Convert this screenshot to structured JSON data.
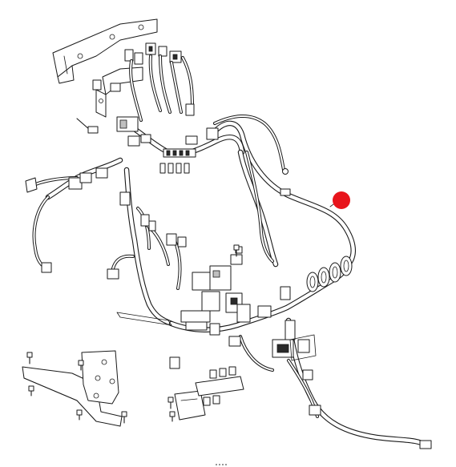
{
  "diagram": {
    "callout_marker_color": "#e8141b",
    "line_color": "#1a1a1a",
    "background_color": "#ffffff",
    "icons": [
      "callout-marker",
      "wiring-harness",
      "mounting-bracket",
      "connector",
      "bolt"
    ]
  }
}
